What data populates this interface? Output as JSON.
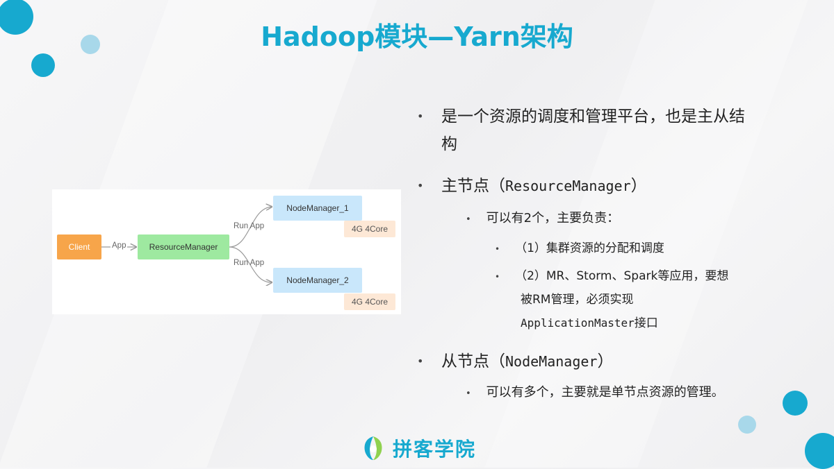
{
  "title": "Hadoop模块—Yarn架构",
  "diagram": {
    "client": "Client",
    "edge_app": "App",
    "resource_manager": "ResourceManager",
    "edge_run_app_1": "Run App",
    "edge_run_app_2": "Run App",
    "node_manager_1": "NodeManager_1",
    "node_manager_2": "NodeManager_2",
    "res_1": "4G 4Core",
    "res_2": "4G 4Core"
  },
  "bullets": {
    "b1_line1": "是一个资源的调度和管理平台，也是主从结",
    "b1_line2": "构",
    "b2_prefix": "主节点（",
    "b2_code": "ResourceManager",
    "b2_suffix": "）",
    "b2_sub": "可以有2个，主要负责：",
    "b2_sub1": "（1）集群资源的分配和调度",
    "b2_sub2_line1": "（2）MR、Storm、Spark等应用，要想",
    "b2_sub2_line2": "被RM管理，必须实现",
    "b2_sub2_line3_code": "ApplicationMaster",
    "b2_sub2_line3_suffix": "接口",
    "b3_prefix": "从节点（",
    "b3_code": "NodeManager",
    "b3_suffix": "）",
    "b3_sub": "可以有多个，主要就是单节点资源的管理。"
  },
  "logo": {
    "text": "拼客学院",
    "icon": "pinke-logo-icon"
  },
  "colors": {
    "accent": "#17a9cf",
    "client": "#f7a54a",
    "rm": "#9ee9a0",
    "nm": "#c9e7fb",
    "res": "#fde8d6"
  }
}
